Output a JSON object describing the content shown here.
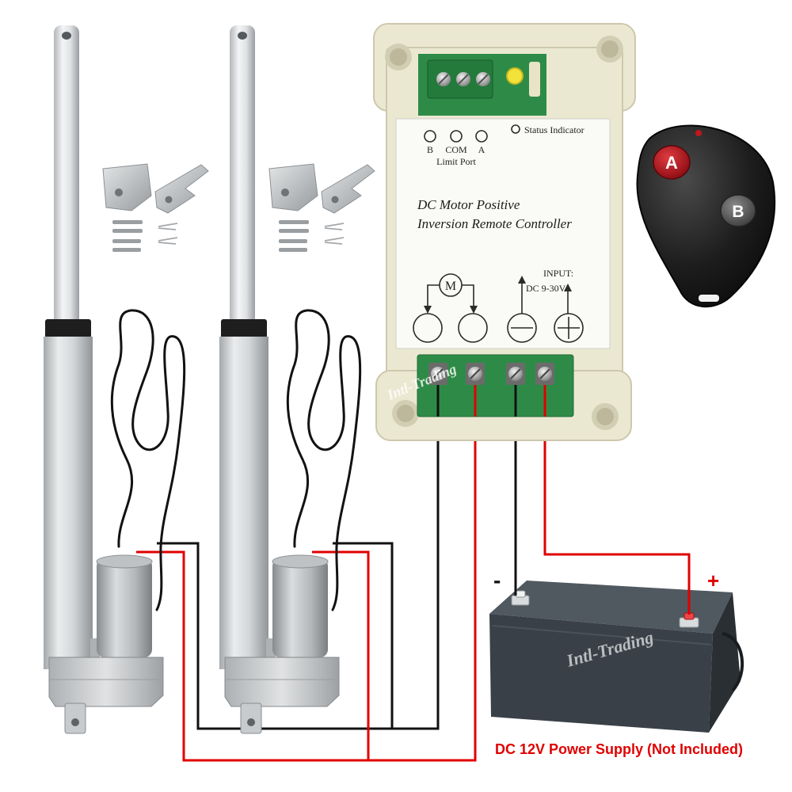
{
  "controller": {
    "limit_port": {
      "b": "B",
      "com": "COM",
      "a": "A",
      "label": "Limit Port"
    },
    "status_indicator": "Status Indicator",
    "title_line1": "DC Motor Positive",
    "title_line2": "Inversion Remote Controller",
    "motor_symbol": "M",
    "input_label": "INPUT:",
    "input_voltage": "DC 9-30V",
    "watermark": "Intl-Trading"
  },
  "remote": {
    "button_a": "A",
    "button_b": "B"
  },
  "battery": {
    "negative_label": "-",
    "positive_label": "+",
    "watermark": "Intl-Trading"
  },
  "caption": "DC 12V Power Supply (Not Included)",
  "colors": {
    "wire_positive": "#e00000",
    "wire_negative": "#111111",
    "caption": "#e00000",
    "controller_housing": "#ebe8d2",
    "pcb": "#2e8b47",
    "remote_button_a": "#b0101a",
    "battery": "#3a4047"
  },
  "icons": {
    "motor": "motor-icon",
    "negative_terminal": "minus-icon",
    "positive_terminal": "plus-icon",
    "output_arrow": "arrow-down-icon",
    "input_arrow": "arrow-up-icon"
  }
}
